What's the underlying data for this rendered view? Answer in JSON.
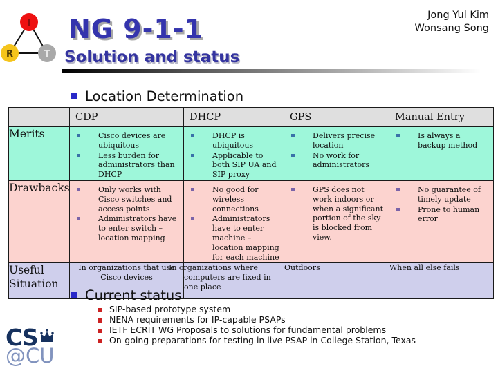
{
  "header": {
    "title": "NG 9-1-1",
    "subtitle": "Solution and status",
    "authors": [
      "Jong Yul Kim",
      "Wonsang Song"
    ]
  },
  "logo": {
    "nodes": [
      {
        "label": "I",
        "color": "#ee1111"
      },
      {
        "label": "R",
        "color": "#f5c41c"
      },
      {
        "label": "T",
        "color": "#a9a9a9"
      }
    ]
  },
  "section1": {
    "title": "Location Determination"
  },
  "table": {
    "headers": [
      "",
      "CDP",
      "DHCP",
      "GPS",
      "Manual Entry"
    ],
    "rows": [
      {
        "label": "Merits",
        "cells": [
          {
            "bullets": [
              "Cisco devices are ubiquitous",
              "Less burden for administrators than DHCP"
            ]
          },
          {
            "bullets": [
              "DHCP is ubiquitous",
              "Applicable to both SIP UA and SIP proxy"
            ]
          },
          {
            "bullets": [
              "Delivers precise location",
              "No work for administrators"
            ]
          },
          {
            "bullets": [
              "Is always a backup method"
            ]
          }
        ]
      },
      {
        "label": "Drawbacks",
        "cells": [
          {
            "bullets": [
              "Only works with Cisco switches and access points",
              "Administrators have to enter switch – location mapping"
            ]
          },
          {
            "bullets": [
              "No good for wireless connections",
              "Administrators have to enter machine – location mapping for each machine"
            ]
          },
          {
            "bullets": [
              "GPS does not work indoors or when a significant portion of the sky is blocked from view."
            ]
          },
          {
            "bullets": [
              "No guarantee of timely update",
              "Prone to human error"
            ]
          }
        ]
      },
      {
        "label": "Useful Situation",
        "cells": [
          {
            "text": "In organizations that use Cisco devices"
          },
          {
            "text": "In organizations where computers are fixed in one place"
          },
          {
            "text": "Outdoors"
          },
          {
            "text": "When all else fails"
          }
        ]
      }
    ]
  },
  "section2": {
    "title": "Current status",
    "items": [
      "SIP-based prototype system",
      "NENA requirements for IP-capable PSAPs",
      "IETF ECRIT WG Proposals to solutions for fundamental problems",
      "On-going preparations for testing in live PSAP in College Station, Texas"
    ]
  },
  "footer_logo": {
    "top": "CS",
    "bottom": "@CU"
  },
  "colors": {
    "title_blue": "#3434ad",
    "merits_bg": "#9ef7da",
    "drawbacks_bg": "#fcd3cf",
    "useful_bg": "#cfcfec",
    "table_header_bg": "#dfdfdf",
    "section_bullet": "#2929c8",
    "status_bullet": "#cc2222",
    "cs_navy": "#16315e",
    "cu_blue": "#8193be"
  }
}
